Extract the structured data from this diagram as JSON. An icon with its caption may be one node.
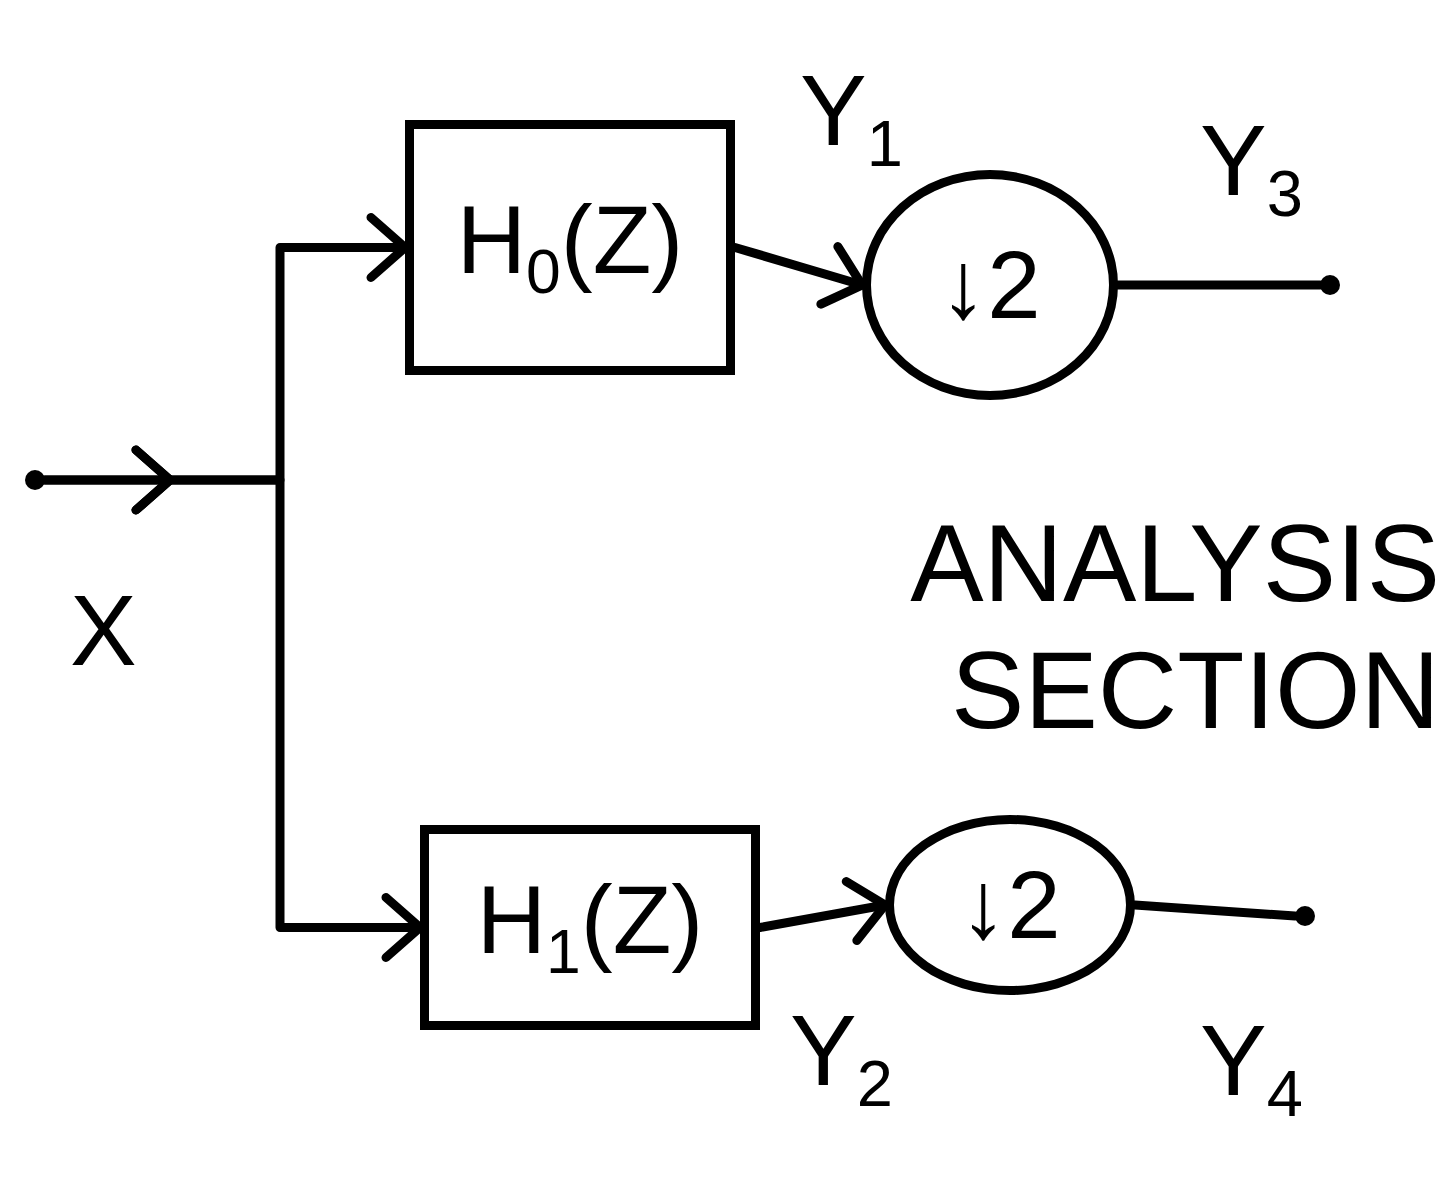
{
  "diagram": {
    "nodes": [
      {
        "text": [],
        "shape": "circle",
        "beside": [
          "X"
        ]
      },
      {
        "text": [
          "H$_{0}$(Z)"
        ]
      },
      {
        "text": [
          "↓2"
        ]
      },
      {
        "text": [],
        "shape": "circle",
        "beside": [
          "Y$_{3}$"
        ]
      },
      {
        "text": [
          "H$_{1}$(Z)"
        ]
      },
      {
        "text": [
          "↓2"
        ]
      },
      {
        "text": [],
        "shape": "circle",
        "beside": [
          "Y$_{4}$"
        ]
      }
    ],
    "edges": [
      {
        "from": 0,
        "to": 1,
        "arrow": "to"
      },
      {
        "from": 0,
        "to": 4,
        "arrow": "to"
      },
      {
        "from": 1,
        "to": 2,
        "arrow": "to",
        "label": "Y$_{1}$"
      },
      {
        "from": 2,
        "to": 3,
        "arrow": "none"
      },
      {
        "from": 4,
        "to": 5,
        "arrow": "to",
        "label": "Y$_{2}$"
      },
      {
        "from": 5,
        "to": 6,
        "arrow": "none"
      }
    ],
    "labels": [
      "ANALYSIS SECTION"
    ]
  }
}
